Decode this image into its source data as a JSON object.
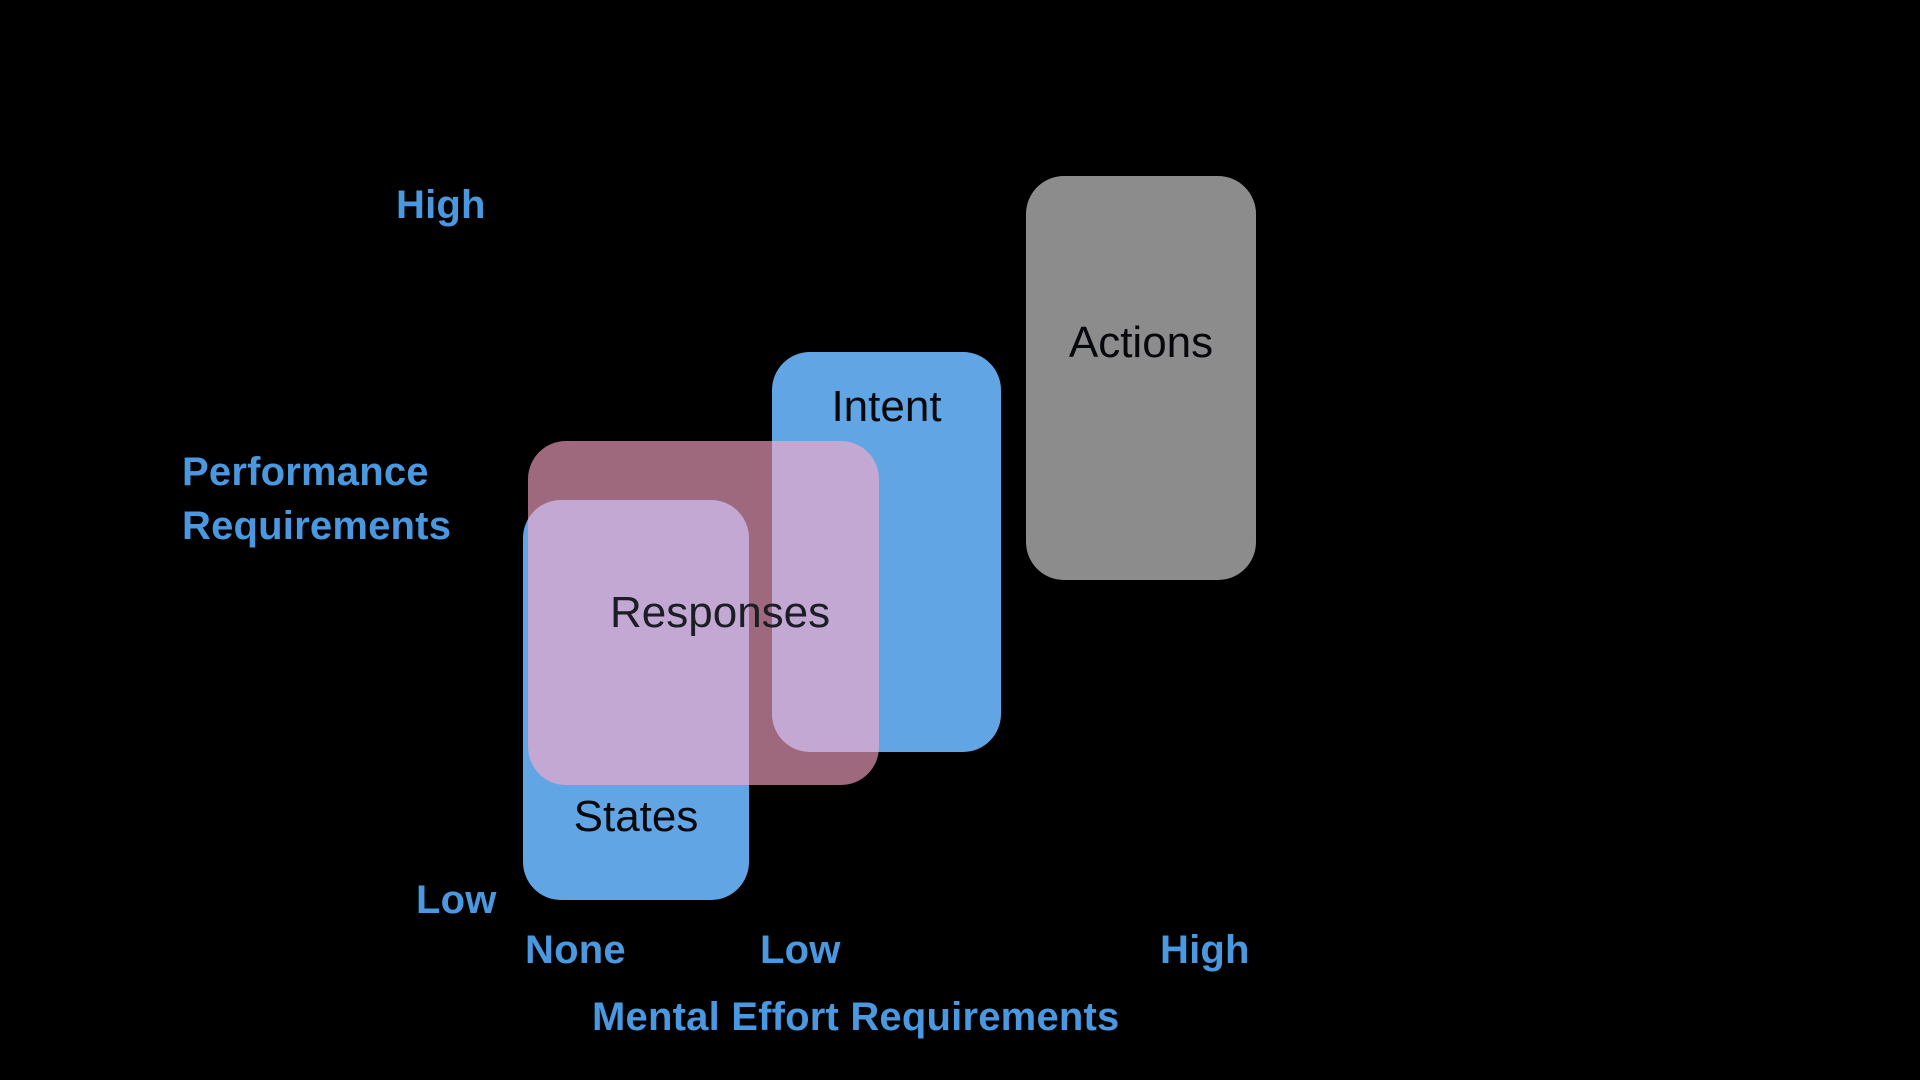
{
  "chart_data": {
    "type": "scatter",
    "title": "",
    "xlabel": "Mental Effort Requirements",
    "ylabel": "Performance Requirements",
    "x_ticks": [
      "None",
      "Low",
      "High"
    ],
    "y_ticks": [
      "Low",
      "High"
    ],
    "grid": false,
    "legend": "none",
    "background": "#000000",
    "regions": [
      {
        "name": "States",
        "label": "States",
        "color": "#61a5e4",
        "x_range": [
          "None",
          "Low"
        ],
        "y_range": [
          "Low",
          "mid"
        ],
        "label_position": "bottom"
      },
      {
        "name": "Responses",
        "label": "Responses",
        "color": "#ffaac8",
        "opacity": 0.62,
        "x_range": [
          "None",
          "Low"
        ],
        "y_range": [
          "mid-low",
          "mid-high"
        ],
        "label_position": "center-left"
      },
      {
        "name": "Intent",
        "label": "Intent",
        "color": "#61a5e4",
        "x_range": [
          "Low",
          "mid-high"
        ],
        "y_range": [
          "mid",
          "high"
        ],
        "label_position": "top"
      },
      {
        "name": "Actions",
        "label": "Actions",
        "color": "#8c8c8c",
        "x_range": [
          "High"
        ],
        "y_range": [
          "mid-high",
          "High"
        ],
        "label_position": "center"
      }
    ]
  },
  "axes": {
    "accent_color": "#4a98e0",
    "y": {
      "title_line1": "Performance",
      "title_line2": "Requirements",
      "tick_high": "High",
      "tick_low": "Low"
    },
    "x": {
      "title": "Mental Effort Requirements",
      "tick_none": "None",
      "tick_low": "Low",
      "tick_high": "High"
    }
  },
  "boxes": {
    "states": {
      "label": "States",
      "color": "#61a5e4"
    },
    "intent": {
      "label": "Intent",
      "color": "#61a5e4"
    },
    "actions": {
      "label": "Actions",
      "color": "#8c8c8c"
    },
    "responses": {
      "label": "Responses",
      "color": "#ffaac8"
    }
  }
}
